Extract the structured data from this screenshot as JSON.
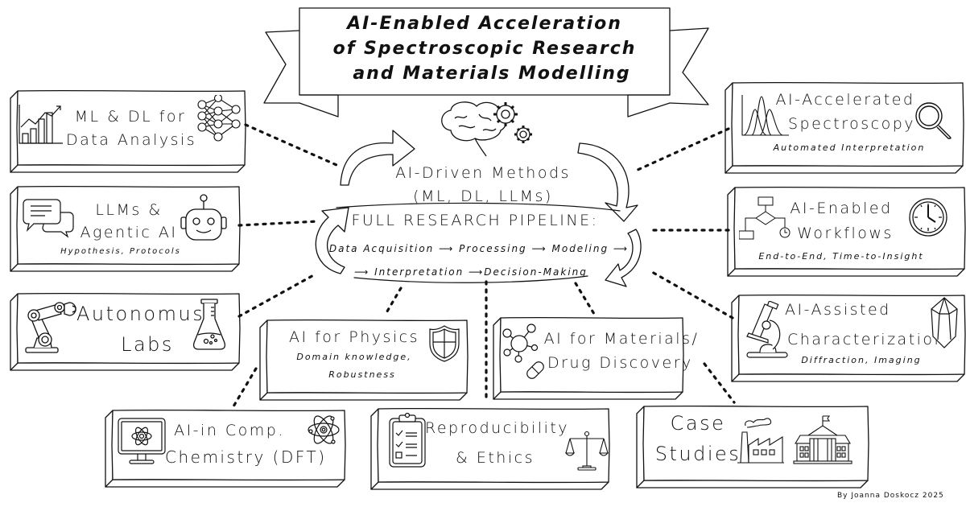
{
  "title": {
    "line1": "AI-Enabled  Acceleration",
    "line2": "of  Spectroscopic  Research",
    "line3": "and  Materials  Modelling"
  },
  "center": {
    "methods_line1": "AI-Driven  Methods",
    "methods_line2": "(ML,  DL,  LLMs)",
    "pipeline_title": "FULL  RESEARCH  PIPELINE:",
    "pipeline_line1": "Data  Acquisition  ⟶  Processing ⟶ Modeling ⟶",
    "pipeline_line2": "⟶  Interpretation  ⟶Decision-Making",
    "icon": "brain-gears-icon"
  },
  "nodes": {
    "ml_dl": {
      "line1": "ML  &  DL  for",
      "line2": "Data  Analysis",
      "icons": [
        "bar-chart-trend-icon",
        "neural-network-icon"
      ]
    },
    "llms": {
      "line1": "LLMs  &",
      "line2": "Agentic  AI",
      "sub": "Hypothesis,  Protocols",
      "icons": [
        "chat-bubbles-icon",
        "robot-icon"
      ]
    },
    "autolabs": {
      "line1": "Autonomus",
      "line2": "Labs",
      "icons": [
        "robot-arm-icon",
        "flask-icon"
      ]
    },
    "spectroscopy": {
      "line1": "AI-Accelerated",
      "line2": "Spectroscopy",
      "sub": "Automated  Interpretation",
      "icons": [
        "spectrum-peaks-icon",
        "magnifier-icon"
      ]
    },
    "workflows": {
      "line1": "AI-Enabled",
      "line2": "Workflows",
      "sub": "End-to-End,  Time-to-Insight",
      "icons": [
        "flowchart-icon",
        "clock-icon"
      ]
    },
    "characterization": {
      "line1": "AI-Assisted",
      "line2": "Characterization",
      "sub": "Diffraction,  Imaging",
      "icons": [
        "microscope-icon",
        "crystal-icon"
      ]
    },
    "physics": {
      "line1": "AI  for  Physics",
      "sub1": "Domain  knowledge,",
      "sub2": "Robustness",
      "icons": [
        "shield-icon"
      ]
    },
    "materials": {
      "line1": "AI  for  Materials/",
      "line2": "Drug  Discovery",
      "icons": [
        "molecule-icon",
        "pill-icon"
      ]
    },
    "compchem": {
      "line1": "AI-in  Comp.",
      "line2": "Chemistry  (DFT)",
      "icons": [
        "monitor-atom-icon",
        "atom-icon"
      ]
    },
    "repro": {
      "line1": "Reproducibility",
      "line2": "&  Ethics",
      "icons": [
        "checklist-clipboard-icon",
        "scales-icon"
      ]
    },
    "cases": {
      "line1": "Case",
      "line2": "Studies",
      "icons": [
        "factory-icon",
        "university-building-icon"
      ]
    }
  },
  "credit": "By  Joanna  Doskocz  2025"
}
